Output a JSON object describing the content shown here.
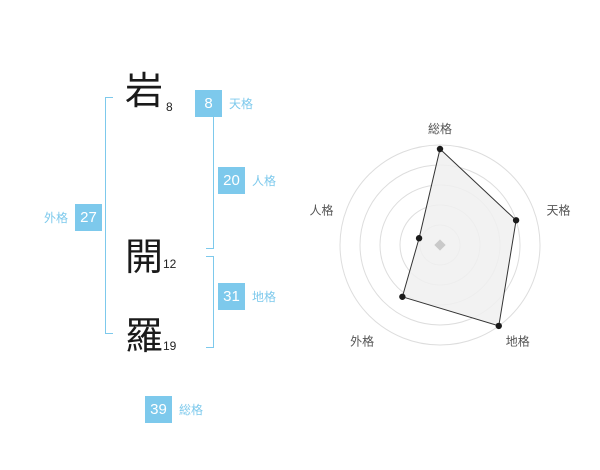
{
  "name_analysis": {
    "accent_color": "#7dc9ec",
    "characters": [
      {
        "char": "岩",
        "strokes": "8"
      },
      {
        "char": "開",
        "strokes": "12"
      },
      {
        "char": "羅",
        "strokes": "19"
      }
    ],
    "badges": {
      "tenkaku": {
        "value": "8",
        "label": "天格"
      },
      "jinkaku": {
        "value": "20",
        "label": "人格"
      },
      "chikaku": {
        "value": "31",
        "label": "地格"
      },
      "gaikaku": {
        "value": "27",
        "label": "外格"
      },
      "soukaku": {
        "value": "39",
        "label": "総格"
      }
    }
  },
  "chart_data": {
    "type": "radar",
    "axes": [
      "総格",
      "天格",
      "地格",
      "外格",
      "人格"
    ],
    "values": [
      4.8,
      4.0,
      5.0,
      3.2,
      1.1
    ],
    "max": 5,
    "rings": 5,
    "legend": "none",
    "fill_color": "#f0f0f0",
    "stroke_color": "#333333",
    "point_color": "#1a1a1a",
    "ring_color": "#dddddd",
    "label_color": "#555555",
    "center_marker_color": "#c9c9c9"
  }
}
